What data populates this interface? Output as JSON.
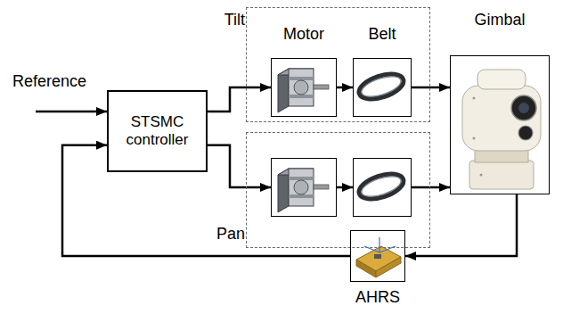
{
  "diagram": {
    "nodes": [
      {
        "text": [
          "STSMC controller"
        ]
      },
      {
        "text": [
          "Tilt"
        ]
      },
      {
        "text": [
          "Motor"
        ],
        "in": 1
      },
      {
        "text": [
          "Belt"
        ],
        "in": 1
      },
      {
        "text": [
          "Pan"
        ]
      },
      {
        "text": [],
        "in": 4
      },
      {
        "text": [],
        "in": 4
      },
      {
        "text": [
          "Gimbal"
        ]
      },
      {
        "text": [
          "AHRS"
        ]
      }
    ],
    "edges": [
      {
        "from": 0,
        "to": 2,
        "arrow": "to"
      },
      {
        "from": 2,
        "to": 3,
        "arrow": "to"
      },
      {
        "from": 3,
        "to": 7,
        "arrow": "to"
      },
      {
        "from": 0,
        "to": 5,
        "arrow": "to"
      },
      {
        "from": 5,
        "to": 6,
        "arrow": "to"
      },
      {
        "from": 6,
        "to": 7,
        "arrow": "to"
      },
      {
        "from": 7,
        "to": 8,
        "arrow": "to"
      },
      {
        "from": 8,
        "to": 0,
        "arrow": "to"
      }
    ],
    "labels": [
      "Reference"
    ]
  }
}
